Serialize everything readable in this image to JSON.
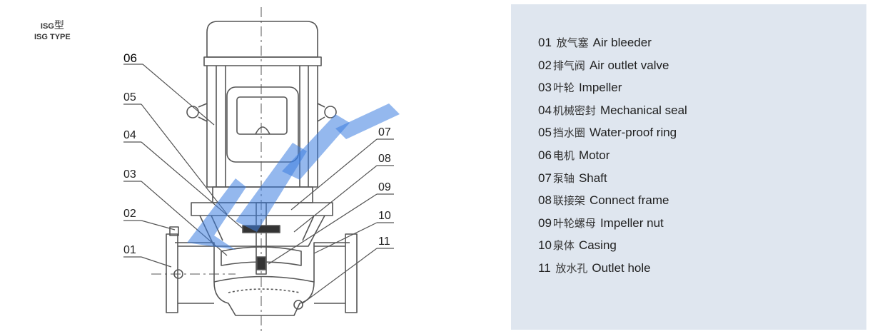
{
  "type_label": {
    "line1_latin": "ISG",
    "line1_cjk": "型",
    "line2": "ISG TYPE"
  },
  "callouts": {
    "c06": "06",
    "c05": "05",
    "c04": "04",
    "c03": "03",
    "c02": "02",
    "c01": "01",
    "c07": "07",
    "c08": "08",
    "c09": "09",
    "c10": "10",
    "c11": "11"
  },
  "legend": [
    {
      "num": "01 ",
      "zh": "放气塞",
      "en": "Air bleeder"
    },
    {
      "num": "02",
      "zh": "排气阀",
      "en": "Air outlet valve"
    },
    {
      "num": "03",
      "zh": "叶轮",
      "en": "Impeller"
    },
    {
      "num": "04",
      "zh": "机械密封",
      "en": "Mechanical seal"
    },
    {
      "num": "05",
      "zh": "挡水圈",
      "en": "Water-proof ring"
    },
    {
      "num": "06",
      "zh": "电机",
      "en": "Motor"
    },
    {
      "num": "07",
      "zh": "泵轴",
      "en": "Shaft"
    },
    {
      "num": "08",
      "zh": "联接架",
      "en": "Connect frame"
    },
    {
      "num": "09",
      "zh": "叶轮螺母",
      "en": "Impeller nut"
    },
    {
      "num": "10",
      "zh": "泉体",
      "en": "Casing"
    },
    {
      "num": "11 ",
      "zh": "放水孔",
      "en": "Outlet hole"
    }
  ],
  "colors": {
    "panel_bg": "#dfe6ef",
    "line": "#555555",
    "watermark": "#3d7de0"
  }
}
